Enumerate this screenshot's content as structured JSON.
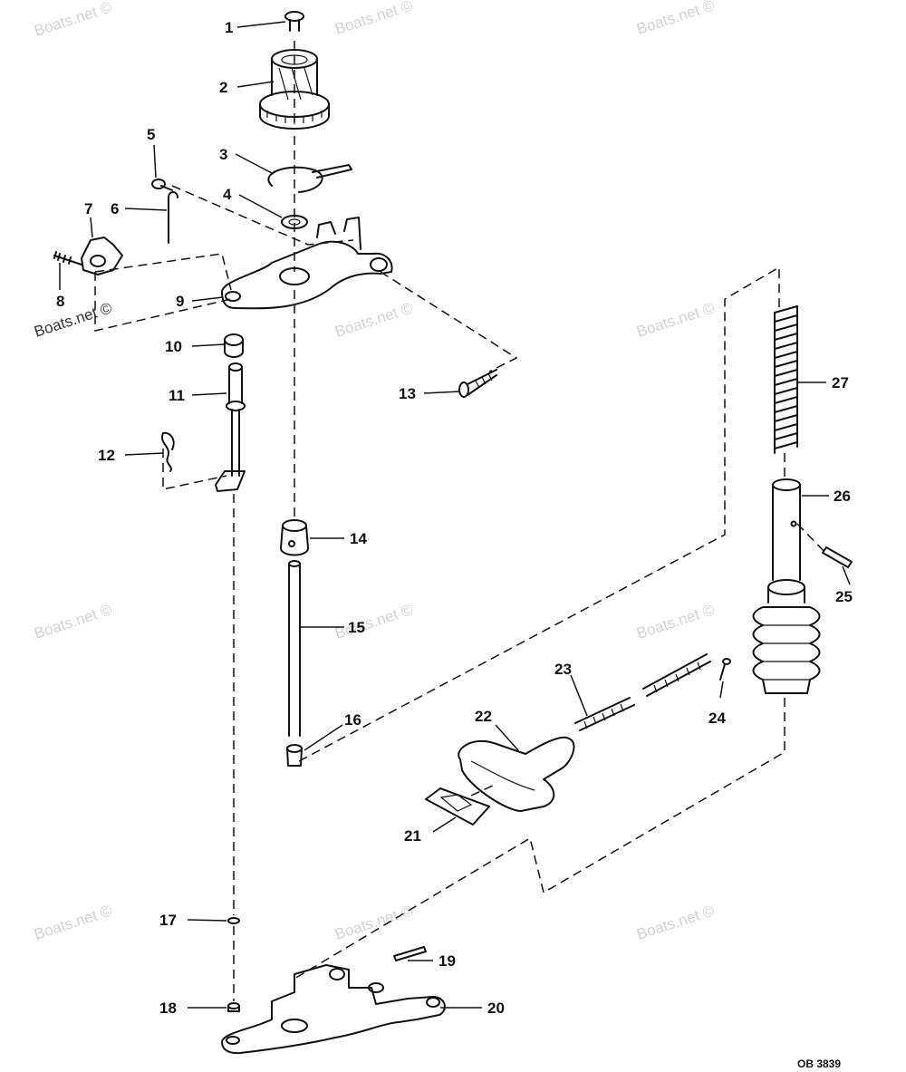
{
  "diagram": {
    "drawing_code": "OB 3839",
    "watermark": "Boats.net ©",
    "callouts": [
      {
        "id": "1",
        "label": "1"
      },
      {
        "id": "2",
        "label": "2"
      },
      {
        "id": "3",
        "label": "3"
      },
      {
        "id": "4",
        "label": "4"
      },
      {
        "id": "5",
        "label": "5"
      },
      {
        "id": "6",
        "label": "6"
      },
      {
        "id": "7",
        "label": "7"
      },
      {
        "id": "8",
        "label": "8"
      },
      {
        "id": "9",
        "label": "9"
      },
      {
        "id": "10",
        "label": "10"
      },
      {
        "id": "11",
        "label": "11"
      },
      {
        "id": "12",
        "label": "12"
      },
      {
        "id": "13",
        "label": "13"
      },
      {
        "id": "14",
        "label": "14"
      },
      {
        "id": "15",
        "label": "15"
      },
      {
        "id": "16",
        "label": "16"
      },
      {
        "id": "17",
        "label": "17"
      },
      {
        "id": "18",
        "label": "18"
      },
      {
        "id": "19",
        "label": "19"
      },
      {
        "id": "20",
        "label": "20"
      },
      {
        "id": "21",
        "label": "21"
      },
      {
        "id": "22",
        "label": "22"
      },
      {
        "id": "23",
        "label": "23"
      },
      {
        "id": "24",
        "label": "24"
      },
      {
        "id": "25",
        "label": "25"
      },
      {
        "id": "26",
        "label": "26"
      },
      {
        "id": "27",
        "label": "27"
      }
    ]
  }
}
